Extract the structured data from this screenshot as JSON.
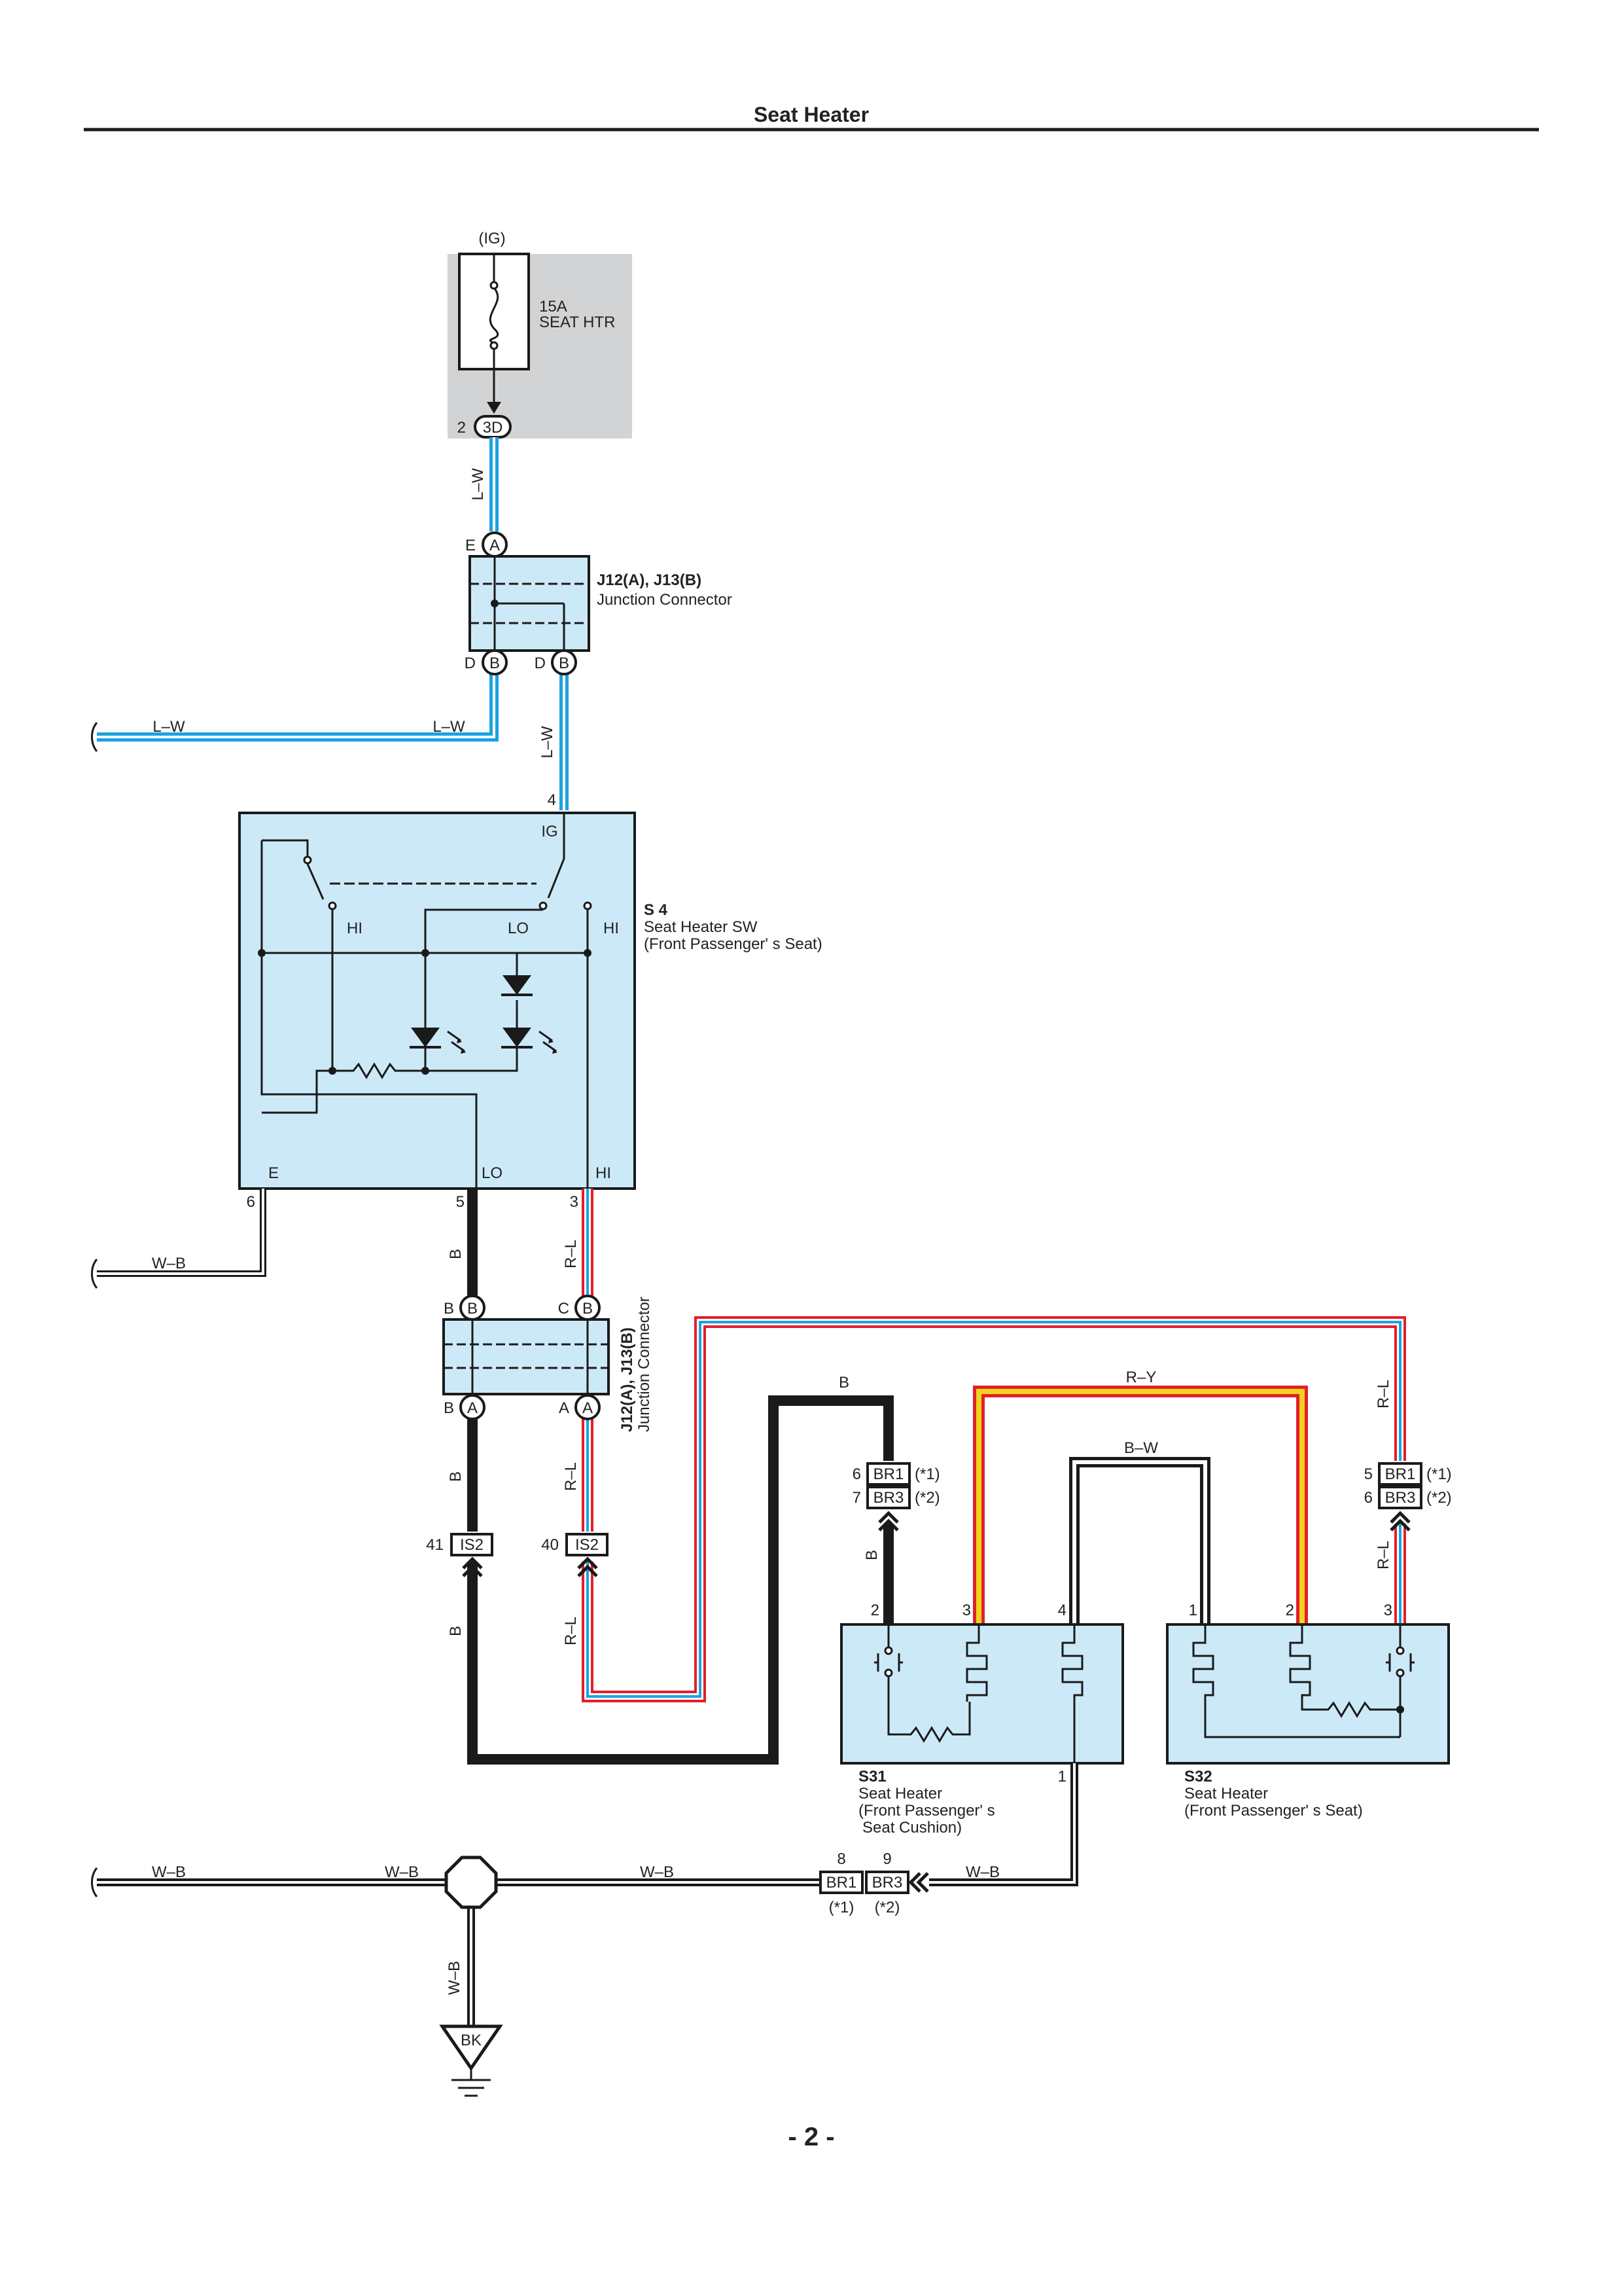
{
  "page": {
    "title": "Seat Heater",
    "page_number": "- 2 -"
  },
  "fuse": {
    "power_label": "(IG)",
    "amp": "15A",
    "name": "SEAT HTR",
    "pin": "2",
    "connector": "3D"
  },
  "junction_top": {
    "name": "J12(A), J13(B)",
    "desc": "Junction Connector",
    "in_pin": "E",
    "in_conn": "A",
    "out1_pin": "D",
    "out1_conn": "B",
    "out2_pin": "D",
    "out2_conn": "B"
  },
  "junction_mid": {
    "name": "J12(A), J13(B)",
    "desc": "Junction Connector",
    "in1_pin": "B",
    "in1_conn": "B",
    "in2_pin": "C",
    "in2_conn": "B",
    "out1_pin": "B",
    "out1_conn": "A",
    "out2_pin": "A",
    "out2_conn": "A"
  },
  "switch": {
    "code": "S 4",
    "name": "Seat Heater SW",
    "desc": "(Front Passenger'  s Seat)",
    "ig_pin": "4",
    "ig_label": "IG",
    "hi_left": "HI",
    "lo": "LO",
    "hi_right": "HI",
    "e_label": "E",
    "lo_label": "LO",
    "hi_label": "HI",
    "pin_e": "6",
    "pin_lo": "5",
    "pin_hi": "3"
  },
  "heater_s31": {
    "code": "S31",
    "name": "Seat Heater",
    "desc1": "(Front Passenger'  s",
    "desc2": "Seat Cushion)",
    "pin2": "2",
    "pin3": "3",
    "pin4": "4",
    "pin1": "1"
  },
  "heater_s32": {
    "code": "S32",
    "name": "Seat Heater",
    "desc": "(Front Passenger'  s Seat)",
    "pin1": "1",
    "pin2": "2",
    "pin3": "3"
  },
  "connectors": {
    "is2_left": {
      "pin": "41",
      "name": "IS2"
    },
    "is2_right": {
      "pin": "40",
      "name": "IS2"
    },
    "br_mid": {
      "pin1": "6",
      "name1": "BR1",
      "note1": "(*1)",
      "pin2": "7",
      "name2": "BR3",
      "note2": "(*2)"
    },
    "br_right": {
      "pin1": "5",
      "name1": "BR1",
      "note1": "(*1)",
      "pin2": "6",
      "name2": "BR3",
      "note2": "(*2)"
    },
    "br_bottom": {
      "pin1": "8",
      "name1": "BR1",
      "note1": "(*1)",
      "pin2": "9",
      "name2": "BR3",
      "note2": "(*2)"
    }
  },
  "ground": {
    "label": "BK"
  },
  "wires": {
    "lw1": "L–W",
    "lw2": "L–W",
    "lw3": "L–W",
    "lw4": "L–W",
    "wb1": "W–B",
    "wb2": "W–B",
    "wb3": "W–B",
    "wb4": "W–B",
    "wb5": "W–B",
    "wb6": "W–B",
    "b1": "B",
    "b2": "B",
    "b3": "B",
    "b4": "B",
    "b5": "B",
    "rl1": "R–L",
    "rl2": "R–L",
    "rl3": "R–L",
    "rl4": "R–L",
    "rl5": "R–L",
    "ry": "R–Y",
    "bw": "B–W"
  },
  "colors": {
    "blue": "#1aa3e0",
    "red": "#e0202a",
    "yellow": "#f2d21b",
    "box_fill": "#cce9f8",
    "gray_fill": "#d2d3d5",
    "black": "#1a1a1a"
  }
}
